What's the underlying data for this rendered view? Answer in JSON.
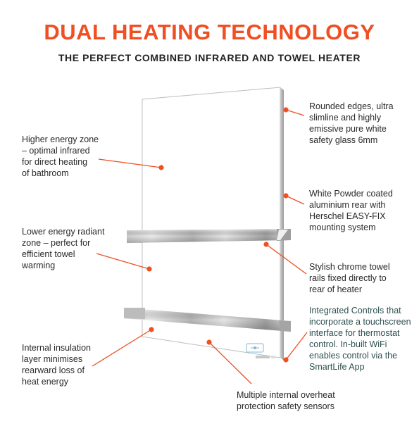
{
  "header": {
    "title": "DUAL HEATING TECHNOLOGY",
    "subtitle": "THE PERFECT COMBINED INFRARED AND TOWEL HEATER"
  },
  "callouts": {
    "higher_zone": [
      "Higher energy zone",
      "– optimal infrared",
      "for direct heating",
      "of bathroom"
    ],
    "lower_zone": [
      "Lower energy radiant",
      "zone – perfect for",
      "efficient towel",
      "warming"
    ],
    "insulation": [
      "Internal insulation",
      "layer minimises",
      "rearward loss of",
      "heat energy"
    ],
    "edges": [
      "Rounded edges, ultra",
      "slimline and highly",
      "emissive pure white",
      "safety glass 6mm"
    ],
    "powder": [
      "White Powder coated",
      "aluminium rear with",
      "Herschel EASY-FIX",
      "mounting system"
    ],
    "rails": [
      "Stylish chrome towel",
      "rails fixed directly to",
      "rear of heater"
    ],
    "controls": [
      "Integrated Controls that",
      "incorporate a touchscreen",
      "interface for thermostat",
      "control. In-built WiFi",
      "enables control via the",
      "SmartLife App"
    ],
    "sensors": [
      "Multiple internal overheat",
      "protection safety sensors"
    ]
  },
  "colors": {
    "accent": "#f04e23",
    "text": "#2a2a2a",
    "controls_text": "#2f4f4f"
  },
  "icons": {
    "touch_control": "touch-control-icon",
    "brand_badge": "brand-badge-icon"
  }
}
